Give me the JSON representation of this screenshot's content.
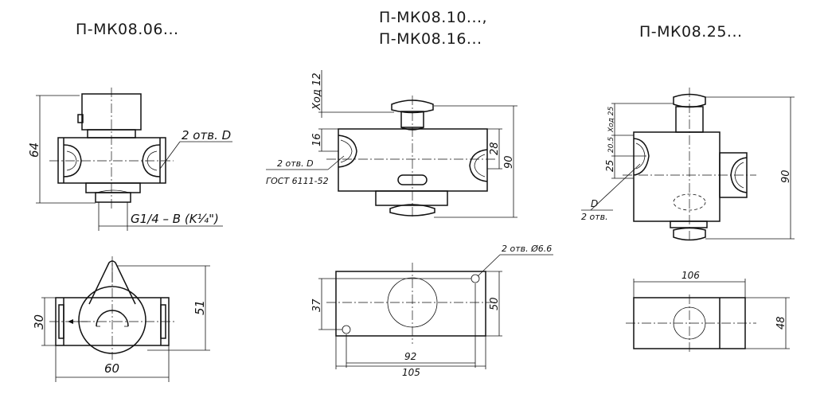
{
  "titles": {
    "left": "П-МК08.06...",
    "middle_line1": "П-МК08.10...,",
    "middle_line2": "П-МК08.16...",
    "right": "П-МК08.25..."
  },
  "left": {
    "dim_height": "64",
    "holes_label": "2 отв. D",
    "thread_label": "G1/4 – В (K¼\")",
    "dim_top_height": "51",
    "dim_side_height": "30",
    "dim_width": "60"
  },
  "middle": {
    "stroke_label": "Ход 12",
    "dim_16": "16",
    "dim_28": "28",
    "dim_90": "90",
    "holes_label": "2 отв. D",
    "gost_label": "ГОСТ 6111-52",
    "mount_holes_label": "2 отв. Ø6.6",
    "dim_37": "37",
    "dim_50": "50",
    "dim_92": "92",
    "dim_105": "105"
  },
  "right": {
    "stroke_label": "Ход 25",
    "dim_20_5": "20.5",
    "dim_25": "25",
    "dim_90": "90",
    "d_label": "D",
    "holes_label": "2 отв.",
    "dim_106": "106",
    "dim_48": "48"
  }
}
